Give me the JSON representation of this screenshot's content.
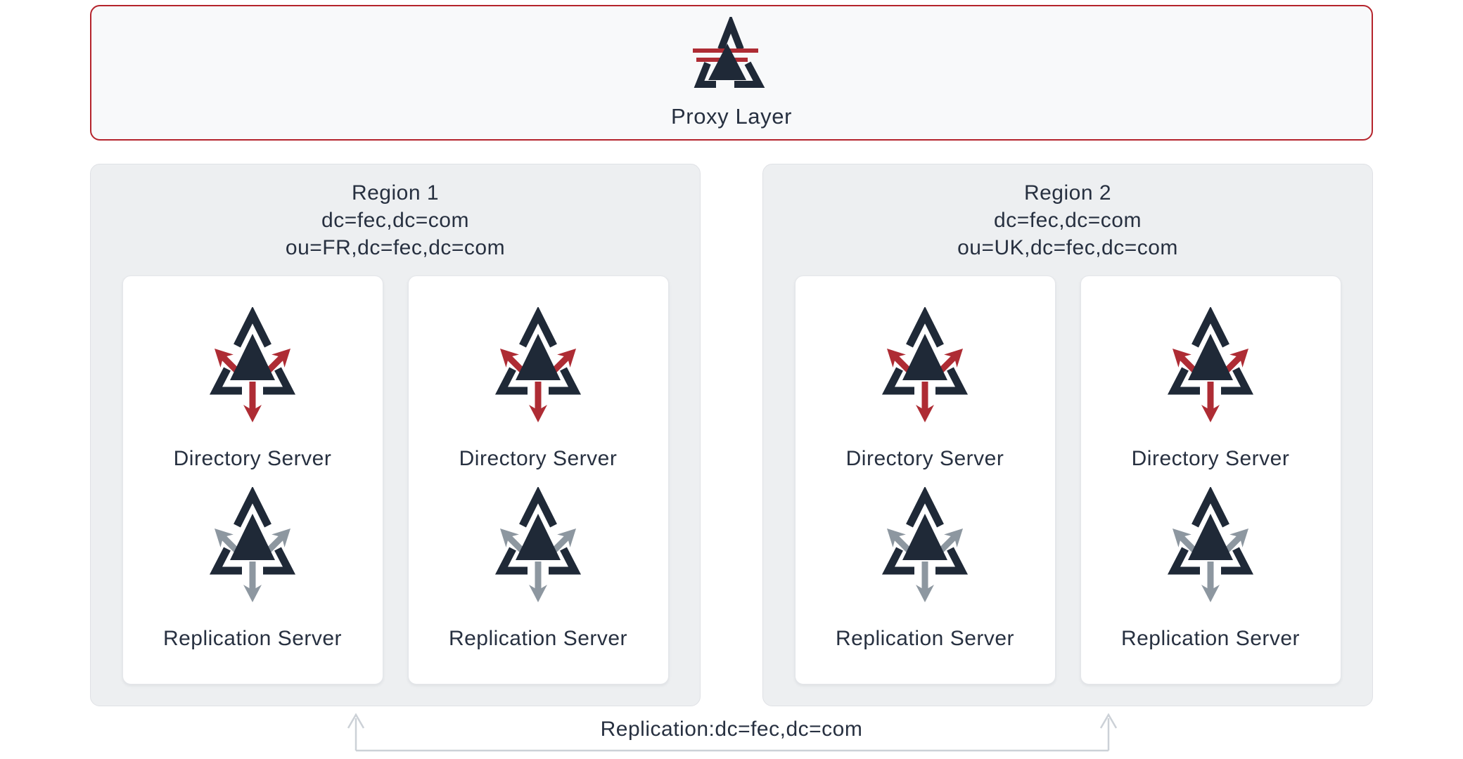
{
  "proxy": {
    "label": "Proxy Layer",
    "icon": "proxy-triangle-icon"
  },
  "regions": [
    {
      "title": "Region 1",
      "dn_base": "dc=fec,dc=com",
      "dn_ou": "ou=FR,dc=fec,dc=com",
      "cards": [
        {
          "directory_label": "Directory Server",
          "directory_icon": "directory-server-triangle-icon",
          "replication_label": "Replication Server",
          "replication_icon": "replication-server-triangle-icon"
        },
        {
          "directory_label": "Directory Server",
          "directory_icon": "directory-server-triangle-icon",
          "replication_label": "Replication Server",
          "replication_icon": "replication-server-triangle-icon"
        }
      ]
    },
    {
      "title": "Region 2",
      "dn_base": "dc=fec,dc=com",
      "dn_ou": "ou=UK,dc=fec,dc=com",
      "cards": [
        {
          "directory_label": "Directory Server",
          "directory_icon": "directory-server-triangle-icon",
          "replication_label": "Replication Server",
          "replication_icon": "replication-server-triangle-icon"
        },
        {
          "directory_label": "Directory Server",
          "directory_icon": "directory-server-triangle-icon",
          "replication_label": "Replication Server",
          "replication_icon": "replication-server-triangle-icon"
        }
      ]
    }
  ],
  "replication_link": {
    "label": "Replication:dc=fec,dc=com",
    "icon": "double-ended-up-arrow"
  },
  "colors": {
    "navy": "#1f2937",
    "red": "#ae2c34",
    "arrow_gray": "#8d97a0",
    "text": "#273040",
    "proxy_bg": "#f8f9fa",
    "proxy_border": "#b5242c",
    "region_bg": "#edeff1",
    "region_border": "#dfe1e5",
    "card_bg": "#ffffff",
    "card_border": "#e4e6ea",
    "connector": "#ccd1d7"
  }
}
